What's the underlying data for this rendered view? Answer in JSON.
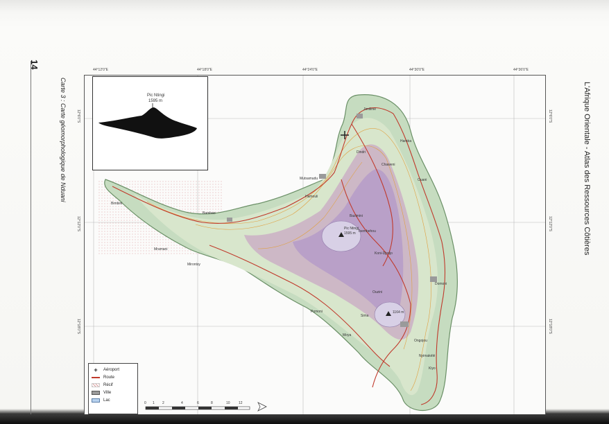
{
  "page": {
    "number": "14",
    "header": "L'Afrique Orientale - Atlas des Ressources Côtières",
    "caption": "Carte 3 : Carte géomorphologique de Nduani"
  },
  "map": {
    "longitude_ticks": [
      "44°12'0\"E",
      "44°18'0\"E",
      "44°24'0\"E",
      "44°30'0\"E",
      "44°36'0\"E"
    ],
    "latitude_ticks": [
      "12°6'0\"S",
      "12°12'0\"S",
      "12°18'0\"S"
    ],
    "inset": {
      "peak_name": "Pic Ntingi",
      "peak_height": "1595 m"
    },
    "summit_labels": [
      {
        "name": "Pic Ntingi",
        "height": "1595 m"
      },
      {
        "name": "",
        "height": "1164 m"
      }
    ],
    "places": [
      "Jimilimé",
      "Hamba",
      "Ouani",
      "Dindri",
      "Mutsamudu",
      "Hamouli",
      "Pomoni",
      "Bambao",
      "Bazimini",
      "Koni-Djodjo",
      "Domoni",
      "Mirontsy",
      "Moya",
      "Sima",
      "Mramani",
      "Tsembehou",
      "Ongojou",
      "Nyimakélé",
      "Bimbini",
      "Ouzini",
      "Chaweni",
      "Kiyo"
    ],
    "legend": [
      {
        "label": "Aéroport",
        "symbol": "plus",
        "color": "#222222"
      },
      {
        "label": "Route",
        "symbol": "line",
        "color": "#c0392b"
      },
      {
        "label": "Récif",
        "symbol": "hatch",
        "color": "#d9a0a0"
      },
      {
        "label": "Ville",
        "symbol": "box",
        "color": "#9a9a9a"
      },
      {
        "label": "Lac",
        "symbol": "box",
        "color": "#b8d2ee"
      }
    ],
    "scale": [
      "0",
      "1",
      "2",
      "4",
      "6",
      "8",
      "10",
      "12"
    ],
    "colors": {
      "coast": "#c6dcc0",
      "lowland": "#d8e6cc",
      "upland": "#cdb8c6",
      "highland": "#b9a0c8",
      "summit": "#d8d0e6",
      "road": "#c0392b",
      "contour": "#e0a040"
    }
  }
}
